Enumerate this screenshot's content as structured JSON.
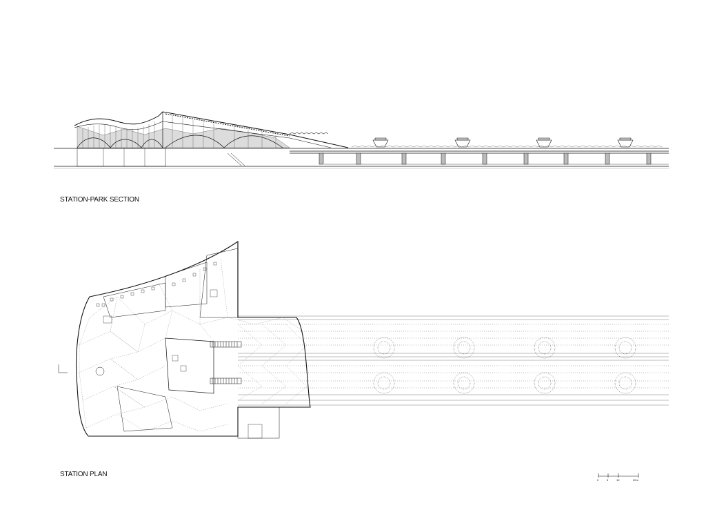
{
  "captions": {
    "section": "STATION-PARK SECTION",
    "plan": "STATION PLAN"
  },
  "scale_bar": {
    "labels": [
      "0",
      "5",
      "10",
      "20m"
    ]
  },
  "colors": {
    "ink": "#111111",
    "light_line": "#9a9a9a",
    "glass": "#d9d9d9"
  }
}
